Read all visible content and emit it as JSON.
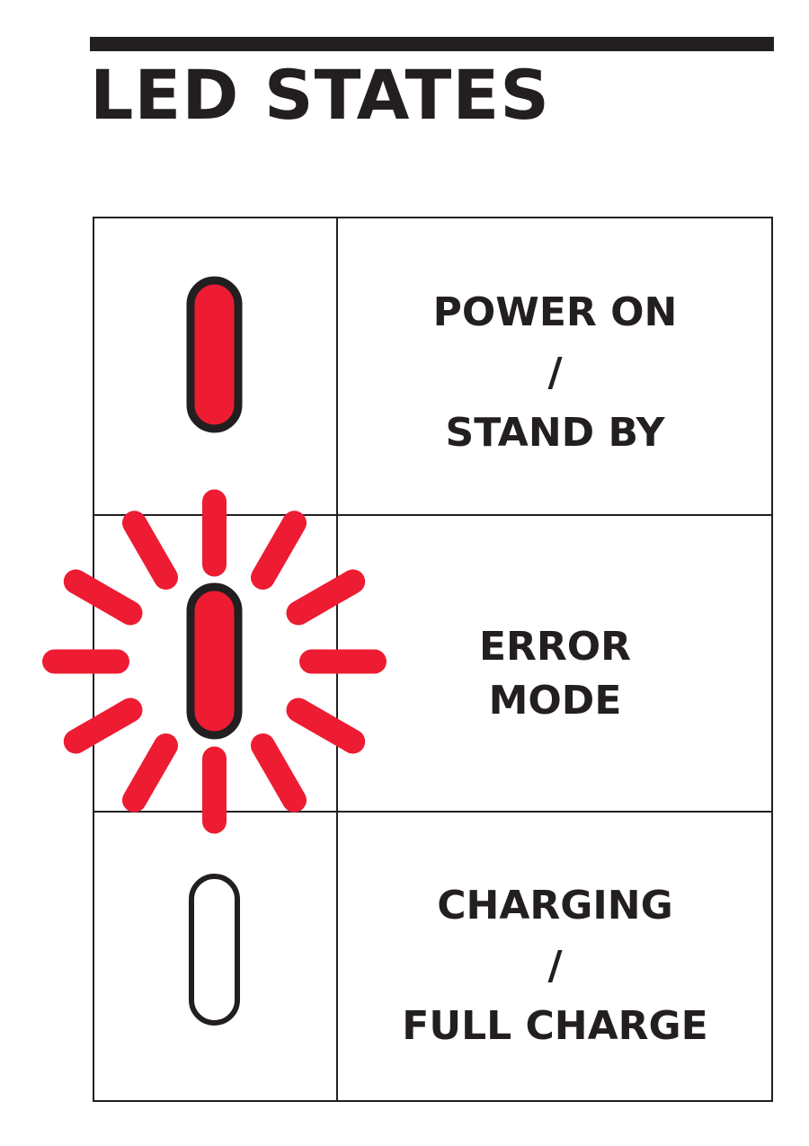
{
  "title": "LED STATES",
  "states": [
    {
      "lines": [
        "POWER ON",
        "/",
        "STAND BY"
      ],
      "led": "solid",
      "led_icon": "led-solid-red-icon"
    },
    {
      "lines": [
        "ERROR",
        "MODE"
      ],
      "led": "blinking",
      "led_icon": "led-blinking-red-icon"
    },
    {
      "lines": [
        "CHARGING",
        "/",
        "FULL CHARGE"
      ],
      "led": "off",
      "led_icon": "led-off-icon"
    }
  ],
  "colors": {
    "ink": "#231f20",
    "led_red": "#ed1c33",
    "led_off": "#ffffff"
  }
}
